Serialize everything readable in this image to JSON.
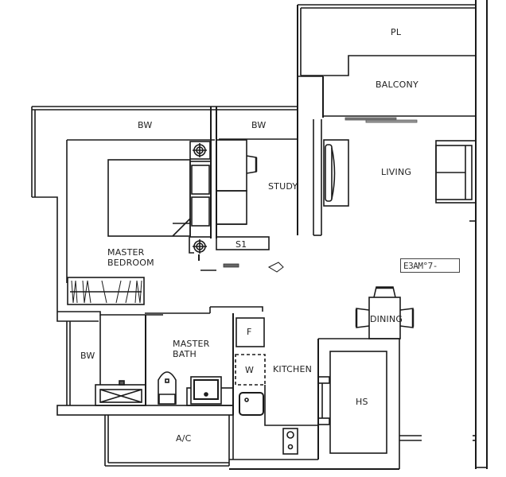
{
  "plan": {
    "rooms": [
      {
        "id": "pl",
        "label": "PL"
      },
      {
        "id": "balcony",
        "label": "BALCONY"
      },
      {
        "id": "bw-top-left",
        "label": "BW"
      },
      {
        "id": "bw-top-right",
        "label": "BW"
      },
      {
        "id": "study",
        "label": "STUDY"
      },
      {
        "id": "living",
        "label": "LIVING"
      },
      {
        "id": "s1",
        "label": "S1"
      },
      {
        "id": "master-bedroom",
        "label": "MASTER\nBEDROOM",
        "line1": "MASTER",
        "line2": "BEDROOM"
      },
      {
        "id": "dining",
        "label": "DINING"
      },
      {
        "id": "bw-bottom",
        "label": "BW"
      },
      {
        "id": "master-bath",
        "label": "MASTER\nBATH",
        "line1": "MASTER",
        "line2": "BATH"
      },
      {
        "id": "fridge",
        "label": "F"
      },
      {
        "id": "washer",
        "label": "W"
      },
      {
        "id": "kitchen",
        "label": "KITCHEN"
      },
      {
        "id": "hs",
        "label": "HS"
      },
      {
        "id": "ac",
        "label": "A/C"
      }
    ],
    "watermark": "E3AM°7-",
    "colors": {
      "line": "#1a1a1a",
      "background": "#ffffff",
      "fill_grey": "#777777"
    }
  }
}
